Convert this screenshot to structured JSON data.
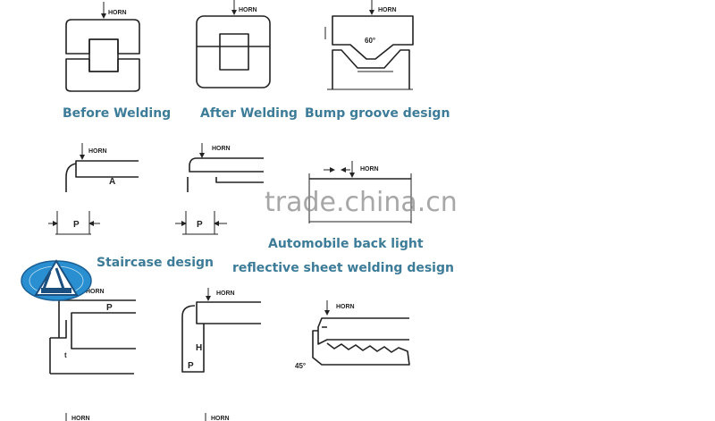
{
  "horn_label": "HORN",
  "captions": {
    "before": "Before Welding",
    "after": "After Welding",
    "bump": "Bump groove design",
    "staircase": "Staircase design",
    "auto1": "Automobile back light",
    "auto2": "reflective sheet welding design"
  },
  "dims": {
    "p": "P",
    "a": "A",
    "h": "H",
    "angle60": "60°",
    "angle45": "45°",
    "t": "t"
  },
  "watermark": "trade.china.cn",
  "colors": {
    "caption": "#3d7c98",
    "line": "#222222",
    "logo": "#2a8fd0"
  }
}
